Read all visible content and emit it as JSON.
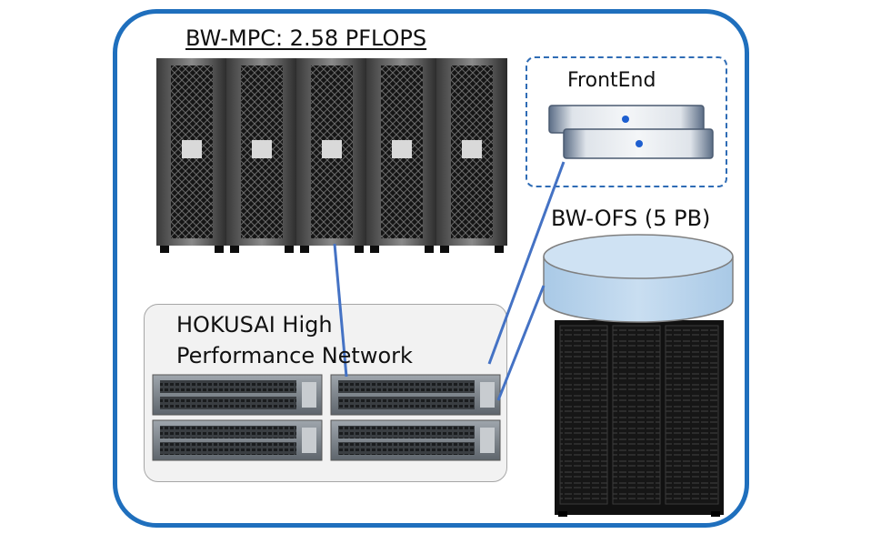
{
  "diagram": {
    "mpc": {
      "title": "BW-MPC: 2.58 PFLOPS",
      "rack_count": 5
    },
    "frontend": {
      "title": "FrontEnd",
      "server_count": 2
    },
    "storage": {
      "title": "BW-OFS (5 PB)"
    },
    "network": {
      "title_line1": "HOKUSAI High",
      "title_line2": "Performance Network",
      "switch_count": 4
    },
    "colors": {
      "border": "#1f6fbd",
      "link": "#4472c4",
      "disk": "#bdd7ee",
      "rack": "#1b1b1b"
    }
  }
}
